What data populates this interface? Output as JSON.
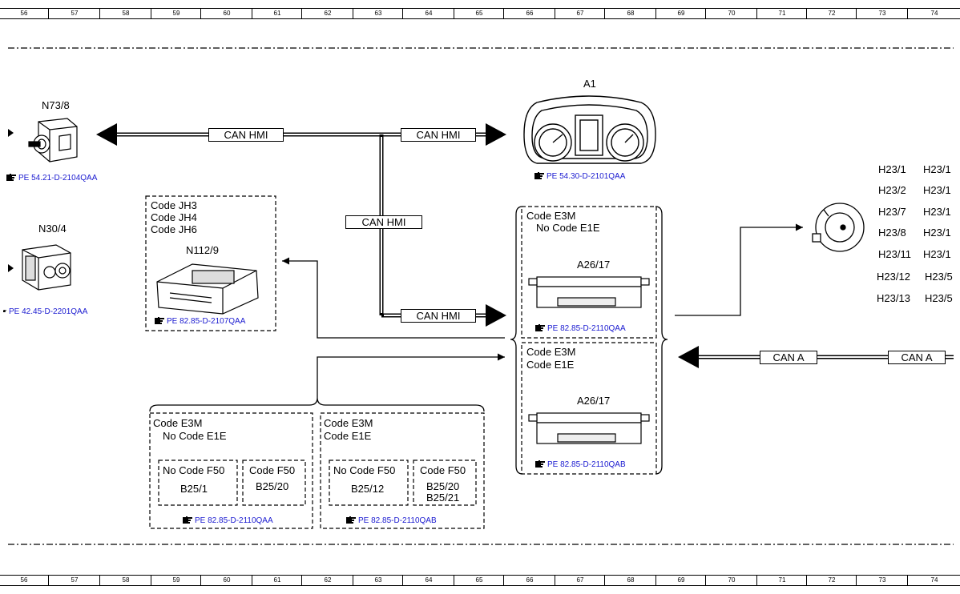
{
  "ruler_numbers": [
    "56",
    "57",
    "58",
    "59",
    "60",
    "61",
    "62",
    "63",
    "64",
    "65",
    "66",
    "67",
    "68",
    "69",
    "70",
    "71",
    "72",
    "73",
    "74"
  ],
  "components": {
    "n73_8": {
      "label": "N73/8",
      "ref": "PE 54.21-D-2104QAA"
    },
    "n30_4": {
      "label": "N30/4",
      "ref": "PE 42.45-D-2201QAA"
    },
    "a1": {
      "label": "A1",
      "ref": "PE 54.30-D-2101QAA"
    },
    "n112_9": {
      "codes": [
        "Code JH3",
        "Code JH4",
        "Code JH6"
      ],
      "label": "N112/9",
      "ref": "PE 82.85-D-2107QAA"
    },
    "a26_17_top": {
      "code1": "Code E3M",
      "code2": "No Code E1E",
      "label": "A26/17",
      "ref": "PE 82.85-D-2110QAA"
    },
    "a26_17_bottom": {
      "code1": "Code E3M",
      "code2": "Code E1E",
      "label": "A26/17",
      "ref": "PE 82.85-D-2110QAB"
    },
    "bl_left": {
      "code1": "Code E3M",
      "code2": "No Code E1E",
      "sub1_code": "No Code F50",
      "sub1_val": "B25/1",
      "sub2_code": "Code F50",
      "sub2_val": "B25/20",
      "ref": "PE 82.85-D-2110QAA"
    },
    "bl_right": {
      "code1": "Code E3M",
      "code2": "Code E1E",
      "sub1_code": "No Code F50",
      "sub1_val": "B25/12",
      "sub2_code": "Code F50",
      "sub2_val1": "B25/20",
      "sub2_val2": "B25/21",
      "ref": "PE 82.85-D-2110QAB"
    }
  },
  "can_labels": {
    "hmi_left": "CAN HMI",
    "hmi_right_top": "CAN HMI",
    "hmi_middle": "CAN HMI",
    "hmi_right_bottom": "CAN HMI",
    "a_left": "CAN A",
    "a_right": "CAN A"
  },
  "h23_list": {
    "col1": [
      "H23/1",
      "H23/2",
      "H23/7",
      "H23/8",
      "H23/11",
      "H23/12",
      "H23/13"
    ],
    "col2": [
      "H23/1",
      "H23/1",
      "H23/1",
      "H23/1",
      "H23/1",
      "H23/5",
      "H23/5"
    ]
  }
}
